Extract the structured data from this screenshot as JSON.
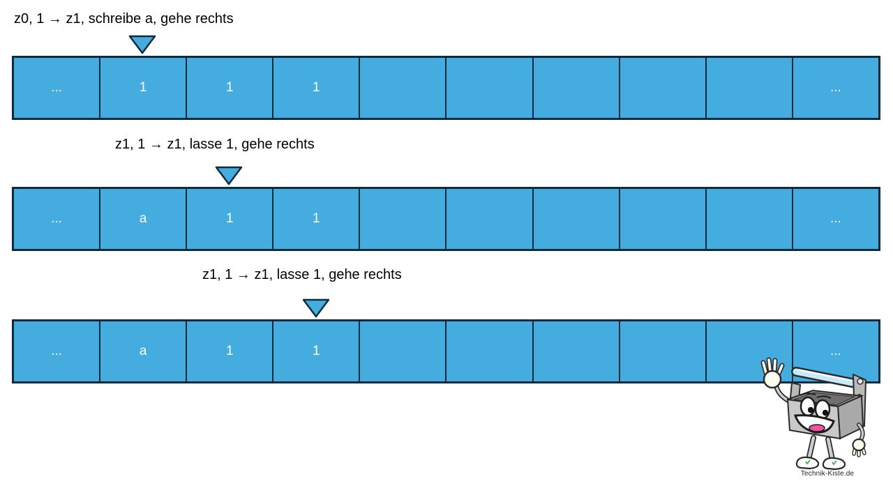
{
  "colors": {
    "cell_fill": "#45ACDF",
    "cell_border": "#0F2B3B",
    "label_color": "#000000",
    "cell_text": "#FFFFFF"
  },
  "steps": [
    {
      "label": "z0, 1 → z1, schreibe a, gehe rechts",
      "head_cell_index": 1,
      "cells": [
        "...",
        "1",
        "1",
        "1",
        "",
        "",
        "",
        "",
        "",
        "..."
      ]
    },
    {
      "label": "z1, 1 → z1, lasse 1, gehe rechts",
      "head_cell_index": 2,
      "cells": [
        "...",
        "a",
        "1",
        "1",
        "",
        "",
        "",
        "",
        "",
        "..."
      ]
    },
    {
      "label": "z1, 1 → z1, lasse 1, gehe rechts",
      "head_cell_index": 3,
      "cells": [
        "...",
        "a",
        "1",
        "1",
        "",
        "",
        "",
        "",
        "",
        "..."
      ]
    }
  ],
  "mascot": {
    "caption": "Technik-Kiste.de"
  }
}
